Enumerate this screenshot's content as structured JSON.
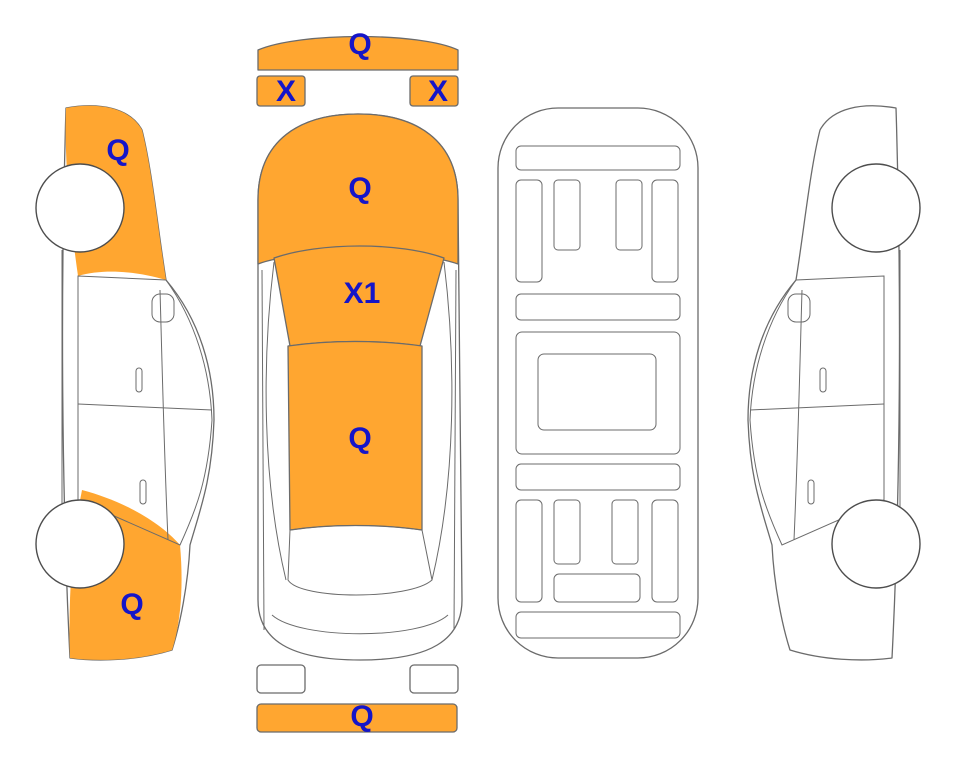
{
  "colors": {
    "damage_fill": "#FFA630",
    "label_text": "#1515C8",
    "outline": "#6B6B6B"
  },
  "labels": {
    "roof_bar_front": "Q",
    "mirror_left": "X",
    "mirror_right": "X",
    "hood": "Q",
    "windshield": "X1",
    "roof": "Q",
    "bumper_rear": "Q",
    "side_front_fender": "Q",
    "side_rear_quarter": "Q"
  }
}
